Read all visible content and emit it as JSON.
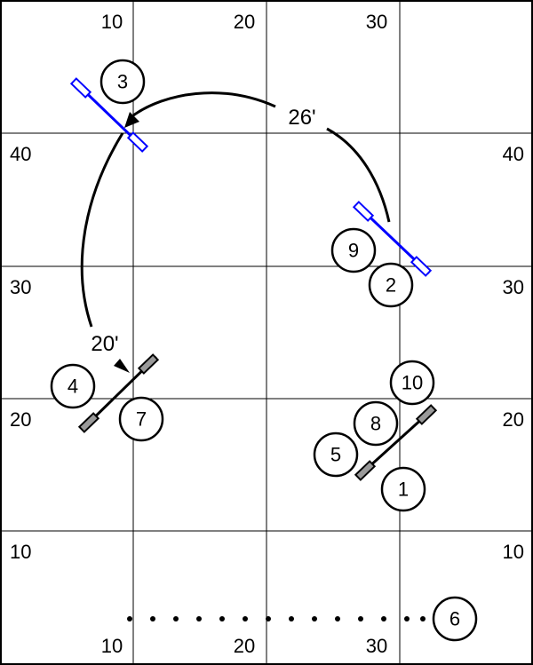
{
  "grid": {
    "x_labels_top": [
      "10",
      "20",
      "30"
    ],
    "x_labels_bottom": [
      "10",
      "20",
      "30"
    ],
    "y_labels_left": [
      "40",
      "30",
      "20",
      "10"
    ],
    "y_labels_right": [
      "40",
      "30",
      "20",
      "10"
    ]
  },
  "distances": {
    "arc_large": "26'",
    "arc_small": "20'"
  },
  "stations": {
    "s1": "1",
    "s2": "2",
    "s3": "3",
    "s4": "4",
    "s5": "5",
    "s6": "6",
    "s7": "7",
    "s8": "8",
    "s9": "9",
    "s10": "10"
  },
  "colors": {
    "accent_obstacle": "#0000ff",
    "standard_obstacle": "#000000",
    "obstacle_end_fill": "#9a9a9a",
    "grid_line": "#000000"
  }
}
